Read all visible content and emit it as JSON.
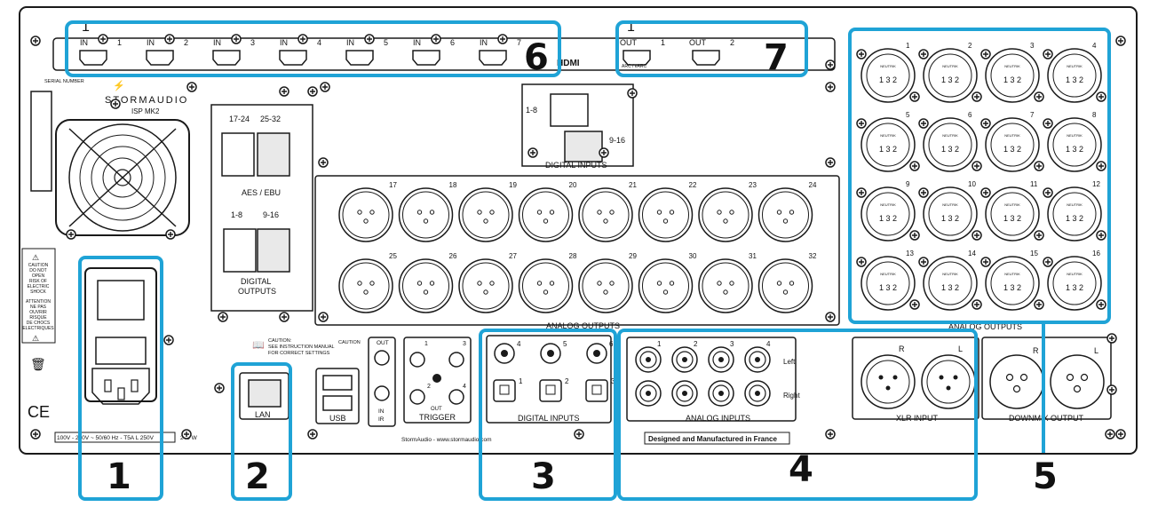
{
  "device": {
    "brand": "STORMAUDIO",
    "model": "ISP MK2",
    "serial_label": "SERIAL NUMBER",
    "footer_text": "StormAudio - www.stormaudio.com",
    "made_in": "Designed and  Manufactured in France",
    "power_spec": [
      "100V - 240V ~ 50/60 Hz - T5A L 250V",
      "240 W"
    ],
    "caution_en": [
      "CAUTION",
      "DO NOT",
      "OPEN",
      "RISK OF",
      "ELECTRIC",
      "SHOCK"
    ],
    "caution_fr": [
      "ATTENTION",
      "NE PAS",
      "OUVRIR",
      "RISQUE",
      "DE CHOCS",
      "ELECTRIQUES"
    ],
    "manual_note": [
      "CAUTION:",
      "SEE INSTRUCTION MANUAL",
      "FOR CORRECT SETTINGS"
    ],
    "ce_mark": "CE"
  },
  "hdmi": {
    "label": "HDMI",
    "inputs": [
      "IN 1",
      "IN 2",
      "IN 3",
      "IN 4",
      "IN 5",
      "IN 6",
      "IN 7"
    ],
    "outputs": [
      "OUT 1",
      "OUT 2"
    ],
    "arc_note": "ARC / eARC",
    "corner_marks": [
      "1",
      "1"
    ]
  },
  "aes": {
    "top_ports": [
      "17-24",
      "25-32"
    ],
    "group_label": "AES / EBU",
    "bottom_ports": [
      "1-8",
      "9-16"
    ],
    "outputs_label": [
      "DIGITAL",
      "OUTPUTS"
    ]
  },
  "digital_inputs_rj45": {
    "ports": [
      "1-8",
      "9-16"
    ],
    "label": "DIGITAL INPUTS"
  },
  "analog_outputs_center": {
    "row1": [
      "17",
      "18",
      "19",
      "20",
      "21",
      "22",
      "23",
      "24"
    ],
    "row2": [
      "25",
      "26",
      "27",
      "28",
      "29",
      "30",
      "31",
      "32"
    ],
    "label": "ANALOG OUTPUTS"
  },
  "analog_outputs_right": {
    "numbers": [
      "1",
      "2",
      "3",
      "4",
      "5",
      "6",
      "7",
      "8",
      "9",
      "10",
      "11",
      "12",
      "13",
      "14",
      "15",
      "16"
    ],
    "label": "ANALOG OUTPUTS",
    "badge": "NEUTRIK",
    "pins": "1 3 2"
  },
  "lan": {
    "label": "LAN"
  },
  "usb": {
    "label": "USB"
  },
  "ir": {
    "out": "OUT",
    "in": "IN",
    "label": "IR"
  },
  "trigger": {
    "numbers": [
      "1",
      "2",
      "3",
      "4"
    ],
    "out": "OUT",
    "label": "TRIGGER"
  },
  "digital_inputs_spdif": {
    "coax": [
      "4",
      "5",
      "6"
    ],
    "optical": [
      "1",
      "2",
      "3"
    ],
    "label": "DIGITAL INPUTS"
  },
  "analog_inputs": {
    "numbers": [
      "1",
      "2",
      "3",
      "4"
    ],
    "left": "Left",
    "right": "Right",
    "label": "ANALOG INPUTS"
  },
  "xlr_input": {
    "r": "R",
    "l": "L",
    "label": "XLR INPUT"
  },
  "downmix_output": {
    "r": "R",
    "l": "L",
    "label": "DOWNMIX OUTPUT"
  },
  "callouts": [
    "1",
    "2",
    "3",
    "4",
    "5",
    "6",
    "7"
  ],
  "colors": {
    "callout": "#1fa3d6",
    "panel_line": "#1a1a1a"
  }
}
